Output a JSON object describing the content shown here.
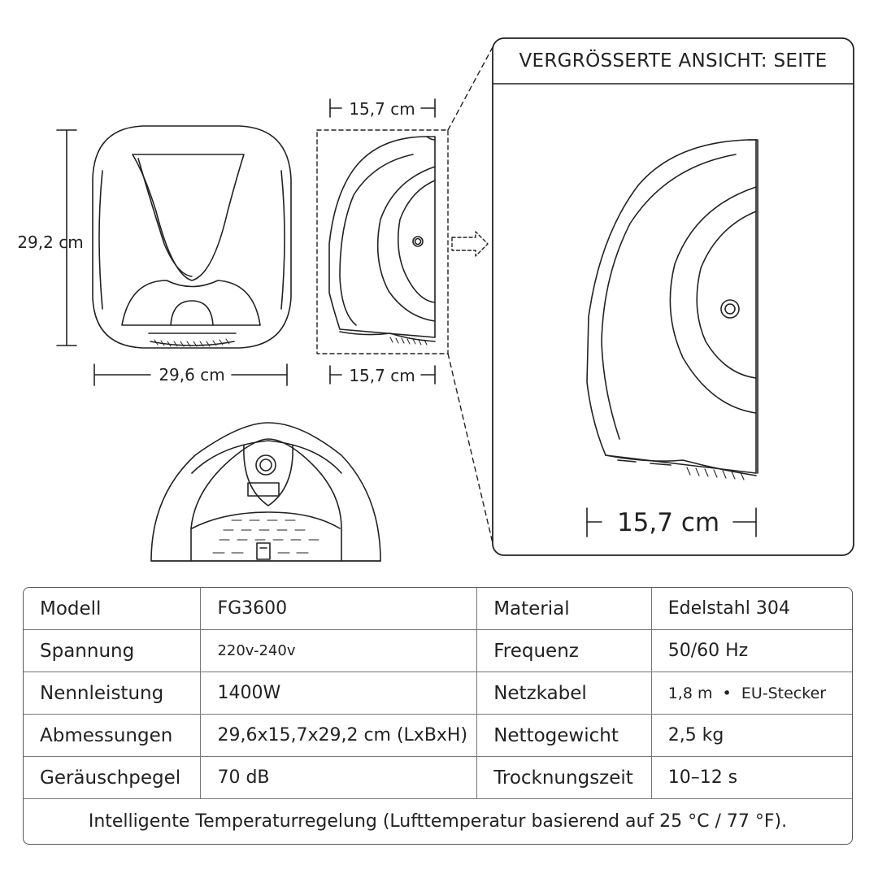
{
  "dimensions": {
    "height_left": "29,2 cm",
    "width_front": "29,6 cm",
    "depth_top": "15,7 cm",
    "depth_bottom": "15,7 cm",
    "depth_zoom": "15,7 cm"
  },
  "zoom_title": "VERGRÖSSERTE ANSICHT: SEITE",
  "specs": [
    {
      "label": "Modell",
      "value": "FG3600",
      "label2": "Material",
      "value2": "Edelstahl 304"
    },
    {
      "label": "Spannung",
      "value": "220v-240v",
      "label2": "Frequenz",
      "value2": "50/60 Hz"
    },
    {
      "label": "Nennleistung",
      "value": "1400W",
      "label2": "Netzkabel",
      "value2": "1,8 m  •  EU-Stecker"
    },
    {
      "label": "Abmessungen",
      "value": "29,6x15,7x29,2 cm (LxBxH)",
      "label2": "Nettogewicht",
      "value2": "2,5 kg"
    },
    {
      "label": "Geräuschpegel",
      "value": "70 dB",
      "label2": "Trocknungszeit",
      "value2": "10–12 s"
    }
  ],
  "footer_note": "Intelligente Temperaturregelung (Lufttemperatur basierend auf 25 °C / 77 °F)."
}
